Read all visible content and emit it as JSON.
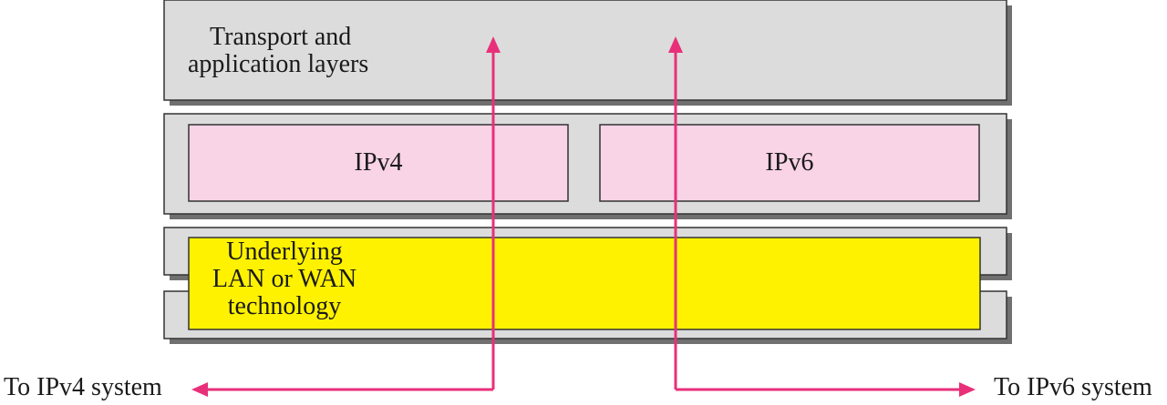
{
  "layers": {
    "transport_label": [
      "Transport and",
      "application layers"
    ],
    "ipv4_label": "IPv4",
    "ipv6_label": "IPv6",
    "underlying_label": [
      "Underlying",
      "LAN or WAN",
      "technology"
    ]
  },
  "destinations": {
    "left": "To IPv4 system",
    "right": "To IPv6 system"
  },
  "colors": {
    "layer_fill": "#dcdcdc",
    "layer_shadow": "#707070",
    "ip_fill": "#f9d3e6",
    "underlying_fill": "#fff200",
    "arrow": "#e8307a"
  }
}
